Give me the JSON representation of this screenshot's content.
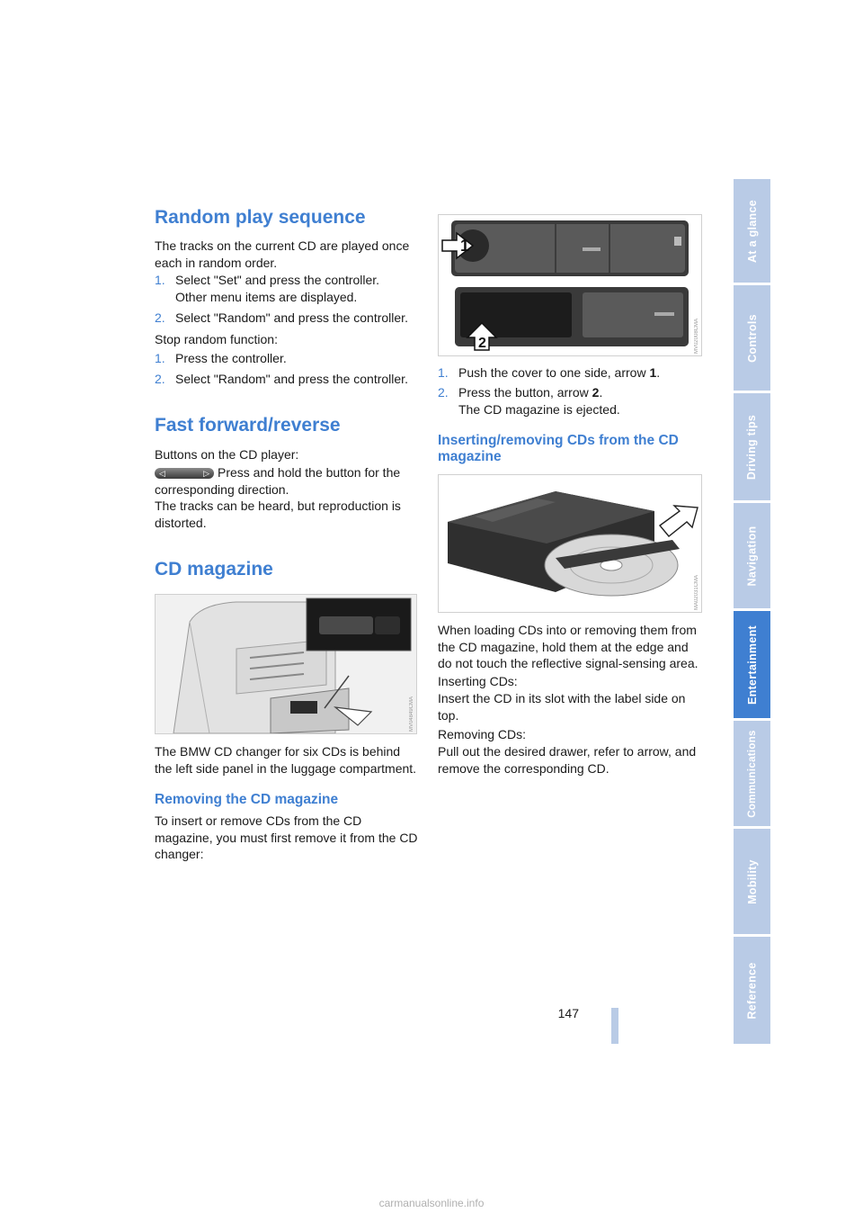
{
  "sidebar": {
    "tabs": [
      {
        "label": "At a glance",
        "active": false
      },
      {
        "label": "Controls",
        "active": false
      },
      {
        "label": "Driving tips",
        "active": false
      },
      {
        "label": "Navigation",
        "active": false
      },
      {
        "label": "Entertainment",
        "active": true
      },
      {
        "label": "Communications",
        "active": false
      },
      {
        "label": "Mobility",
        "active": false
      },
      {
        "label": "Reference",
        "active": false
      }
    ]
  },
  "left": {
    "random": {
      "title": "Random play sequence",
      "intro": "The tracks on the current CD are played once each in random order.",
      "steps": [
        {
          "num": "1.",
          "line1": "Select \"Set\" and press the controller.",
          "line2": "Other menu items are displayed."
        },
        {
          "num": "2.",
          "line1": "Select \"Random\" and press the controller."
        }
      ],
      "stop_label": "Stop random function:",
      "stop_steps": [
        {
          "num": "1.",
          "text": "Press the controller."
        },
        {
          "num": "2.",
          "text": "Select \"Random\" and press the controller."
        }
      ]
    },
    "fast": {
      "title": "Fast forward/reverse",
      "intro": "Buttons on the CD player:",
      "line1": "Press and hold the button for the",
      "line2": "corresponding direction.",
      "line3": "The tracks can be heard, but reproduction is",
      "line4": "distorted."
    },
    "magazine": {
      "title": "CD magazine",
      "caption": "The BMW CD changer for six CDs is behind the left side panel in the luggage compartment.",
      "remove_title": "Removing the CD magazine",
      "remove_text": "To insert or remove CDs from the CD magazine, you must first remove it from the CD changer:"
    }
  },
  "right": {
    "eject_steps": [
      {
        "num": "1.",
        "text": "Push the cover to one side, arrow ",
        "bold": "1",
        "tail": "."
      },
      {
        "num": "2.",
        "text": "Press the button, arrow ",
        "bold": "2",
        "tail": ".",
        "line2": "The CD magazine is ejected."
      }
    ],
    "insert_title": "Inserting/removing CDs from the CD magazine",
    "insert_p1": "When loading CDs into or removing them from the CD magazine, hold them at the edge and do not touch the reflective signal-sensing area.",
    "inserting_label": "Inserting CDs:",
    "inserting_text": "Insert the CD in its slot with the label side on top.",
    "removing_label": "Removing CDs:",
    "removing_text": "Pull out the desired drawer, refer to arrow, and remove the corresponding CD."
  },
  "figures": {
    "fig1_code": "MV04849CMA",
    "fig2_code": "MV02008CMA",
    "fig3_code": "MA02031CMA",
    "arrow1": "1",
    "arrow2": "2"
  },
  "page_number": "147",
  "footer": "carmanualsonline.info"
}
